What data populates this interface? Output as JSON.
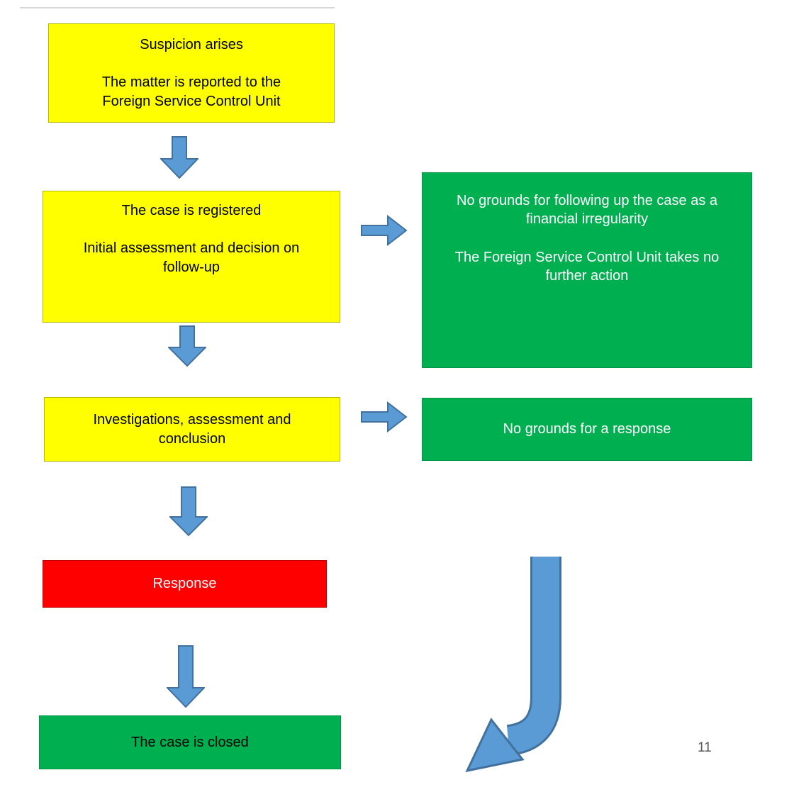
{
  "slide": {
    "page_number": "11"
  },
  "colors": {
    "yellow_box": "#FFFF00",
    "green_box": "#00B050",
    "red_box": "#FF0000",
    "arrow_fill": "#5B9BD5",
    "arrow_stroke": "#41719C",
    "text_on_yellow": "#000000",
    "text_on_green_right_boxes": "#FFFFFF",
    "text_on_red": "#FFFFFF",
    "text_on_closed_box": "#000000",
    "page_number_color": "#595959"
  },
  "flow": {
    "suspicion": {
      "line1": "Suspicion arises",
      "line2": "The matter is reported to the Foreign Service Control Unit"
    },
    "registered": {
      "line1": "The case is registered",
      "line2": "Initial assessment and decision on follow-up"
    },
    "no_follow_up": {
      "line1": "No grounds for following up the case as a financial irregularity",
      "line2": "The Foreign Service Control Unit takes no further action"
    },
    "investigations": {
      "line1": "Investigations, assessment and conclusion"
    },
    "no_response": {
      "line1": "No grounds for a response"
    },
    "response": {
      "line1": "Response"
    },
    "closed": {
      "line1": "The case is closed"
    }
  }
}
